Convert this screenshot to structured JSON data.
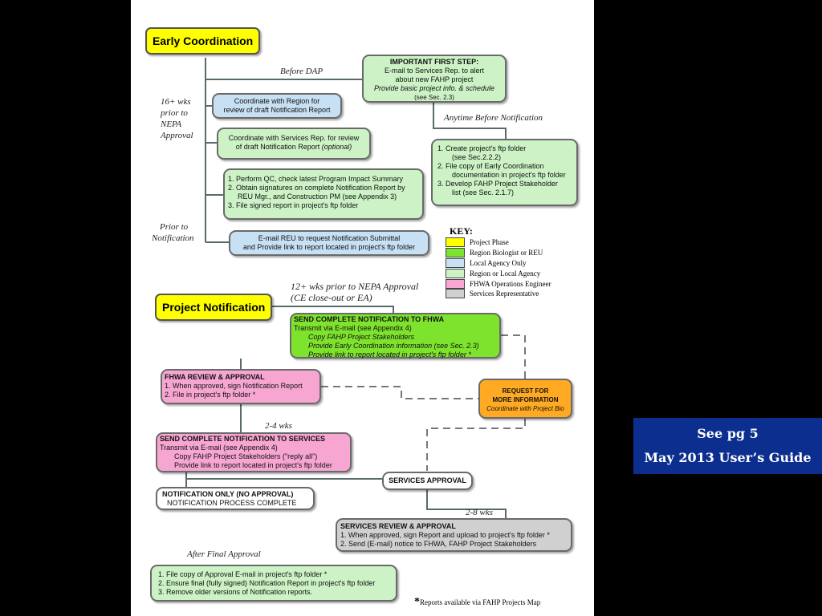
{
  "colors": {
    "project_phase": "#ffff00",
    "region_bio": "#7ee32d",
    "local_agency": "#c8e0f4",
    "region_or_local": "#ccf2c6",
    "fhwa": "#f7a6d2",
    "services": "#d0d0d0",
    "request": "#ffaa22",
    "side_box": "#0c2f8f"
  },
  "phases": {
    "early": "Early Coordination",
    "notification": "Project Notification"
  },
  "notes": {
    "before_dap": "Before DAP",
    "wks16": [
      "16+ wks",
      "prior to",
      "NEPA",
      "Approval"
    ],
    "anytime": "Anytime Before Notification",
    "prior_notification": [
      "Prior to",
      "Notification"
    ],
    "wks12": [
      "12+ wks prior to NEPA Approval",
      "(CE close-out or EA)"
    ],
    "wks2_4": "2-4 wks",
    "wks2_8": "2-8 wks",
    "after_final": "After Final Approval"
  },
  "boxes": {
    "first_step": {
      "title": "IMPORTANT FIRST STEP:",
      "l1": "E-mail to Services Rep. to alert",
      "l2": "about new FAHP project",
      "l3": "Provide basic project info. & schedule",
      "l4": "(see Sec. 2.3)"
    },
    "coord_region": {
      "l1": "Coordinate with Region for",
      "l2": "review of draft Notification Report"
    },
    "coord_services": {
      "l1": "Coordinate with Services Rep. for review",
      "l2a": "of draft Notification Report ",
      "l2b": "(optional)"
    },
    "ftp_folder": {
      "l1": "1. Create project's ftp folder",
      "l2": "(see Sec.2.2.2)",
      "l3": "2. File copy of Early Coordination",
      "l4": "documentation in project's ftp folder",
      "l5": "3. Develop FAHP Project Stakeholder",
      "l6": "list (see Sec. 2.1.7)"
    },
    "qc": {
      "l1": "1. Perform QC, check latest Program Impact Summary",
      "l2": "2. Obtain signatures on complete Notification Report by",
      "l3": "REU Mgr., and Construction PM (see Appendix 3)",
      "l4": "3. File signed report in project's ftp folder"
    },
    "email_reu": {
      "l1": "E-mail REU to request Notification Submittal",
      "l2": "and Provide link to report located in project's ftp folder"
    },
    "send_fhwa": {
      "title": "SEND COMPLETE NOTIFICATION TO FHWA",
      "l1": "Transmit via E-mail (see Appendix 4)",
      "l2": "Copy FAHP Project Stakeholders",
      "l3": "Provide Early Coordination information (see Sec. 2.3)",
      "l4": "Provide link to report located in project's ftp folder *"
    },
    "fhwa_review": {
      "title": "FHWA REVIEW & APPROVAL",
      "l1": "1. When approved, sign Notification Report",
      "l2": "2. File in project's ftp folder *"
    },
    "request": {
      "l1": "REQUEST FOR",
      "l2": "MORE INFORMATION",
      "l3": "Coordinate with Project Bio"
    },
    "send_services": {
      "title": "SEND COMPLETE NOTIFICATION TO SERVICES",
      "l1": "Transmit via E-mail (see Appendix 4)",
      "l2": "Copy FAHP Project Stakeholders (\"reply all\")",
      "l3": "Provide link to report located in project's ftp folder"
    },
    "services_approval": "SERVICES APPROVAL",
    "notification_only": {
      "title": "NOTIFICATION ONLY (NO APPROVAL)",
      "l1": "NOTIFICATION PROCESS COMPLETE"
    },
    "services_review": {
      "title": "SERVICES REVIEW & APPROVAL",
      "l1": "1. When approved, sign Report and upload to project's ftp folder *",
      "l2": "2. Send (E-mail) notice to FHWA, FAHP Project Stakeholders"
    },
    "final": {
      "l1": "1. File copy of Approval E-mail in project's ftp folder  *",
      "l2": "2. Ensure final (fully signed) Notification Report in project's ftp folder",
      "l3": "3. Remove older versions of Notification reports."
    }
  },
  "key": {
    "title": "KEY:",
    "items": [
      {
        "label": "Project Phase",
        "color": "#ffff00"
      },
      {
        "label": "Region Biologist or REU",
        "color": "#7ee32d"
      },
      {
        "label": "Local Agency Only",
        "color": "#c8e0f4"
      },
      {
        "label": "Region or Local Agency",
        "color": "#ccf2c6"
      },
      {
        "label": "FHWA Operations Engineer",
        "color": "#f7a6d2"
      },
      {
        "label": "Services Representative",
        "color": "#d0d0d0"
      }
    ]
  },
  "footnote": {
    "star": "*",
    "text": "Reports available via FAHP Projects Map"
  },
  "side": {
    "l1": "See pg 5",
    "l2": "May 2013 User’s Guide"
  }
}
